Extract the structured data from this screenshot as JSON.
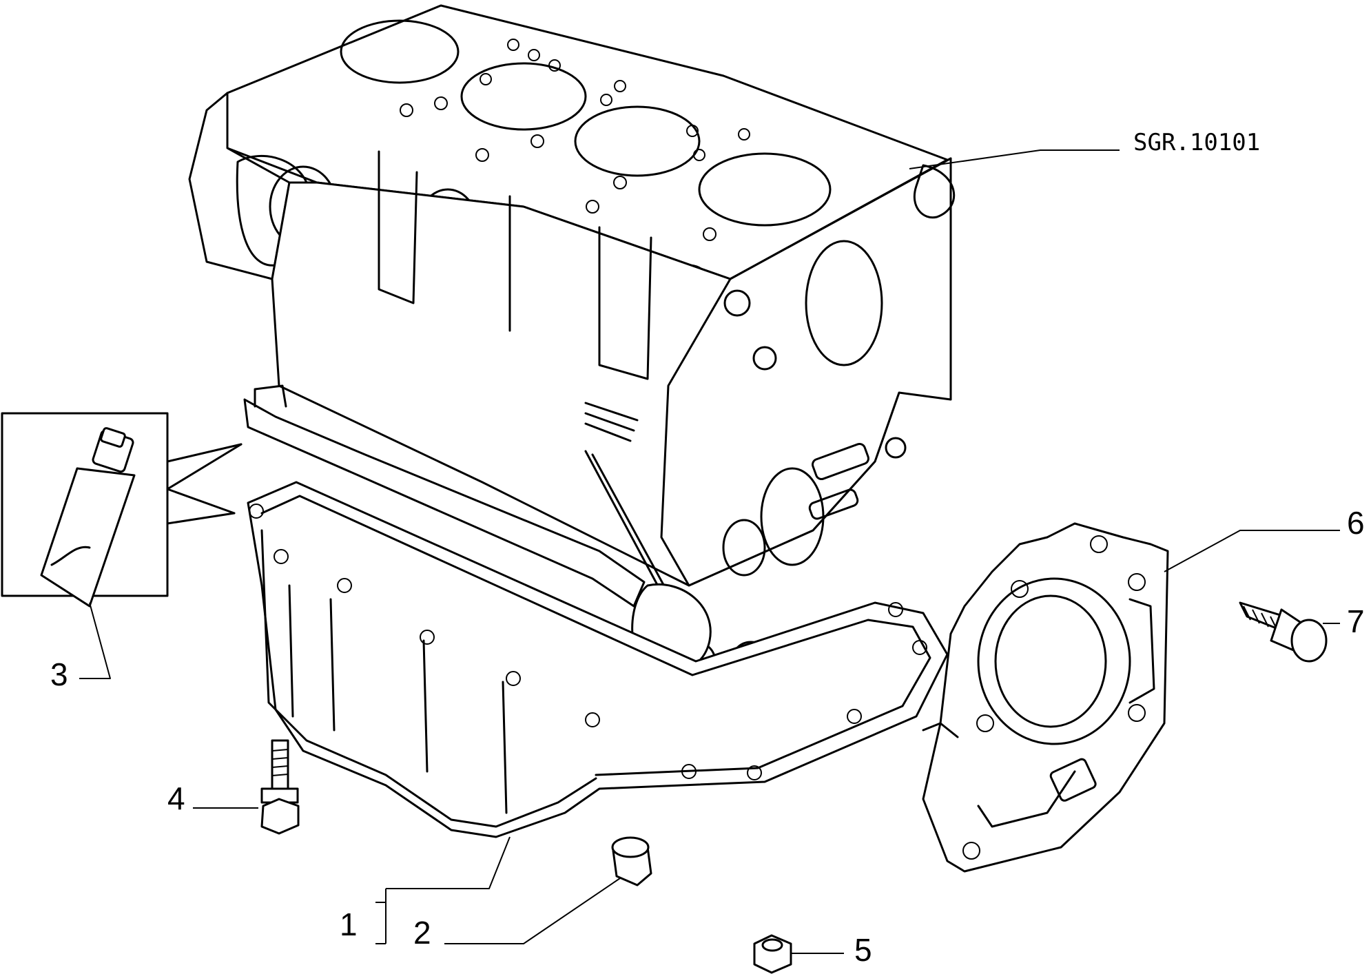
{
  "drawing": {
    "reference_code": "SGR.10101"
  },
  "callouts": [
    {
      "id": "1",
      "label": "1"
    },
    {
      "id": "2",
      "label": "2"
    },
    {
      "id": "3",
      "label": "3"
    },
    {
      "id": "4",
      "label": "4"
    },
    {
      "id": "5",
      "label": "5"
    },
    {
      "id": "6",
      "label": "6"
    },
    {
      "id": "7",
      "label": "7"
    }
  ]
}
